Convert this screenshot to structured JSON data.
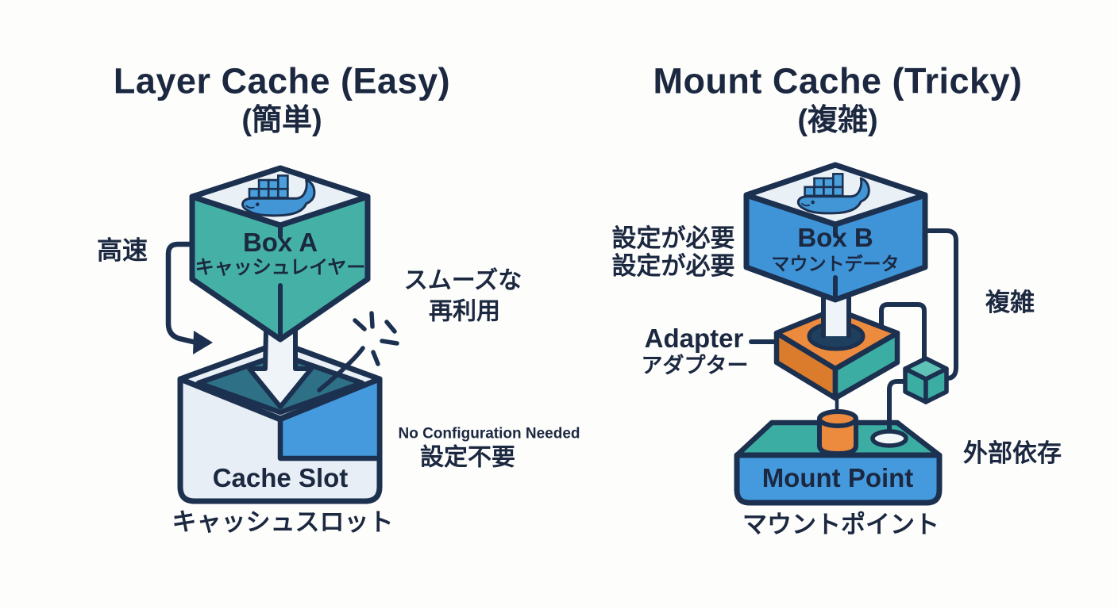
{
  "left": {
    "title": "Layer Cache (Easy)",
    "subtitle": "(簡単)",
    "box": {
      "label": "Box A",
      "sublabel": "キャッシュレイヤー"
    },
    "slot": {
      "label": "Cache Slot"
    },
    "caption": "キャッシュスロット",
    "annotations": {
      "speed": "高速",
      "reuse_line1": "スムーズな",
      "reuse_line2": "再利用",
      "noconfig_en": "No Configuration Needed",
      "noconfig_ja": "設定不要"
    }
  },
  "right": {
    "title": "Mount Cache (Tricky)",
    "subtitle": "(複雑)",
    "box": {
      "label": "Box B",
      "sublabel": "マウントデータ"
    },
    "adapter": {
      "label_en": "Adapter",
      "label_ja": "アダプター"
    },
    "mount": {
      "label": "Mount Point"
    },
    "caption": "マウントポイント",
    "annotations": {
      "config_line1": "設定が必要",
      "config_line2": "設定が必要",
      "complex": "複雑",
      "external": "外部依存"
    }
  },
  "icons": {
    "docker": "docker-whale"
  },
  "colors": {
    "ink": "#1c3050",
    "text": "#1b2840",
    "teal_cube": "#45b1a6",
    "blue_cube": "#3f94d7",
    "light_face": "#e9f1f7",
    "slot_interior": "#2e7086",
    "slot_blue_face": "#459ade",
    "orange": "#ec8a3d",
    "orange_dark": "#da7c2c",
    "platform_teal": "#3bada2",
    "whale_blue": "#4296d6",
    "container_blue": "#4aa0dd"
  }
}
